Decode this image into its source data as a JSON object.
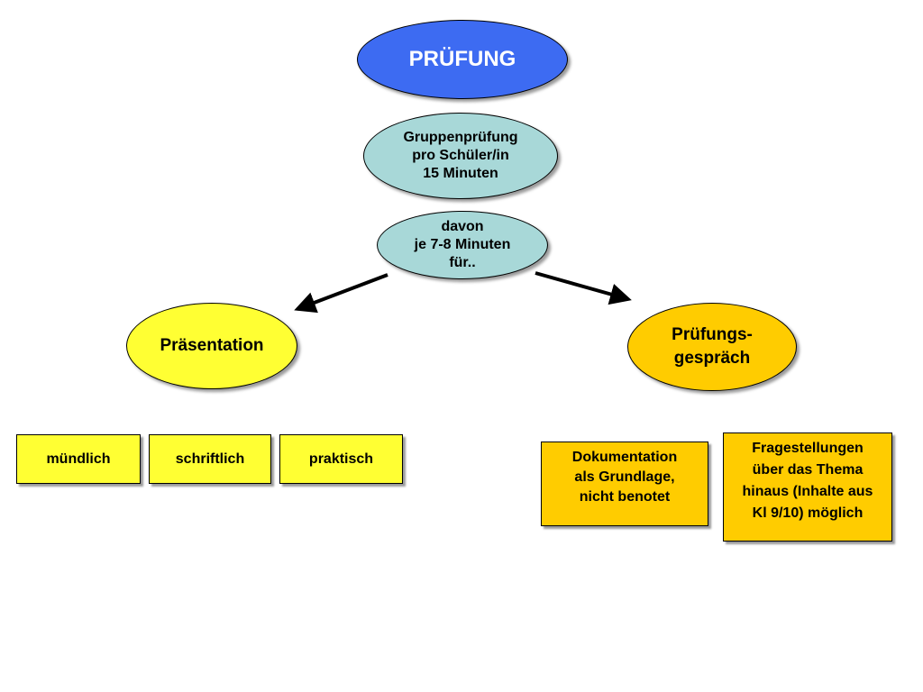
{
  "colors": {
    "title": "#3d6bf2",
    "group": "#a8d8d8",
    "presentation": "#ffff33",
    "exam": "#ffcc00",
    "yellow_box": "#ffff33",
    "orange_box": "#ffcc00"
  },
  "title": "PRÜFUNG",
  "group_exam": "Gruppenprüfung\npro Schüler/in\n15 Minuten",
  "split": "davon\nje 7-8 Minuten\nfür..",
  "left": {
    "label": "Präsentation",
    "forms": [
      "mündlich",
      "schriftlich",
      "praktisch"
    ]
  },
  "right": {
    "label": "Prüfungs-\ngespräch",
    "notes": [
      "Dokumentation\nals Grundlage,\nnicht benotet",
      "Fragestellungen\nüber das Thema\nhinaus (Inhalte aus\nKl 9/10) möglich"
    ]
  }
}
